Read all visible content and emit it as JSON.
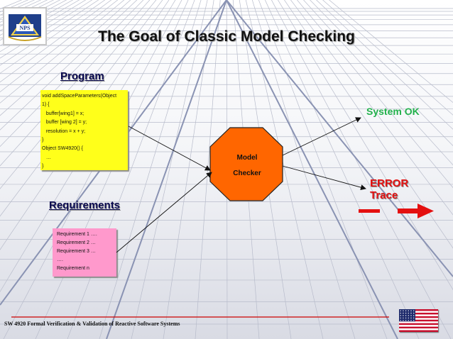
{
  "slide": {
    "title": "The Goal of Classic Model Checking",
    "footer": "SW 4920 Formal Verification & Validation of Reactive Software Systems"
  },
  "program": {
    "heading": "Program",
    "code_lines": [
      "void addSpaceParameters(Object",
      "1) {",
      "   buffer[wing1] = x;",
      "   buffer [wing 2] = y;",
      "   resolution = x + y;",
      "}",
      "Object SW4920() {",
      "   …",
      "}"
    ]
  },
  "requirements": {
    "heading": "Requirements",
    "items": [
      "Requirement 1 ….",
      "Requirement 2 …",
      "Requirement 3 …",
      "….",
      "Requirement n"
    ]
  },
  "model_checker": {
    "line1": "Model",
    "line2": "Checker",
    "fill": "#ff6600"
  },
  "outputs": {
    "ok": "System OK",
    "error_line1": "ERROR",
    "error_line2": "Trace"
  },
  "colors": {
    "ok": "#22b14c",
    "error": "#e41010",
    "code_box": "#ffff1a",
    "req_box": "#ff99cc",
    "footer_rule": "#cc0000"
  },
  "icons": {
    "logo": "nps-crest-icon",
    "flag": "us-flag-icon"
  }
}
